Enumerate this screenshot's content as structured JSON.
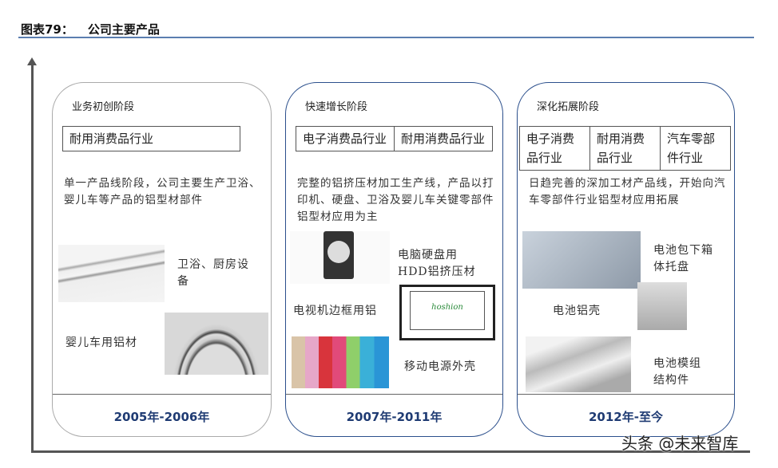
{
  "figure": {
    "number": "图表79：",
    "title": "公司主要产品"
  },
  "stages": [
    {
      "name": "业务初创阶段",
      "industries": [
        "耐用消费品行业"
      ],
      "description": "单一产品线阶段，公司主要生产卫浴、婴儿车等产品的铝型材部件",
      "products": [
        "卫浴、厨房设备",
        "婴儿车用铝材"
      ],
      "period": "2005年-2006年"
    },
    {
      "name": "快速增长阶段",
      "industries": [
        "电子消费品行业",
        "耐用消费品行业"
      ],
      "description": "完整的铝挤压材加工生产线，产品以打印机、硬盘、卫浴及婴儿车关键零部件铝型材应用为主",
      "products": [
        "电脑硬盘用HDD铝挤压材",
        "电视机边框用铝",
        "移动电源外壳"
      ],
      "tv_logo": "hoshion",
      "period": "2007年-2011年"
    },
    {
      "name": "深化拓展阶段",
      "industries": [
        "电子消费品行业",
        "耐用消费品行业",
        "汽车零部件行业"
      ],
      "description": "日趋完善的深加工材产品线，开始向汽车零部件行业铝型材应用拓展",
      "products": [
        "电池包下箱体托盘",
        "电池铝壳",
        "电池模组结构件"
      ],
      "period": "2012年-至今"
    }
  ],
  "watermark": "头条 @未来智库"
}
